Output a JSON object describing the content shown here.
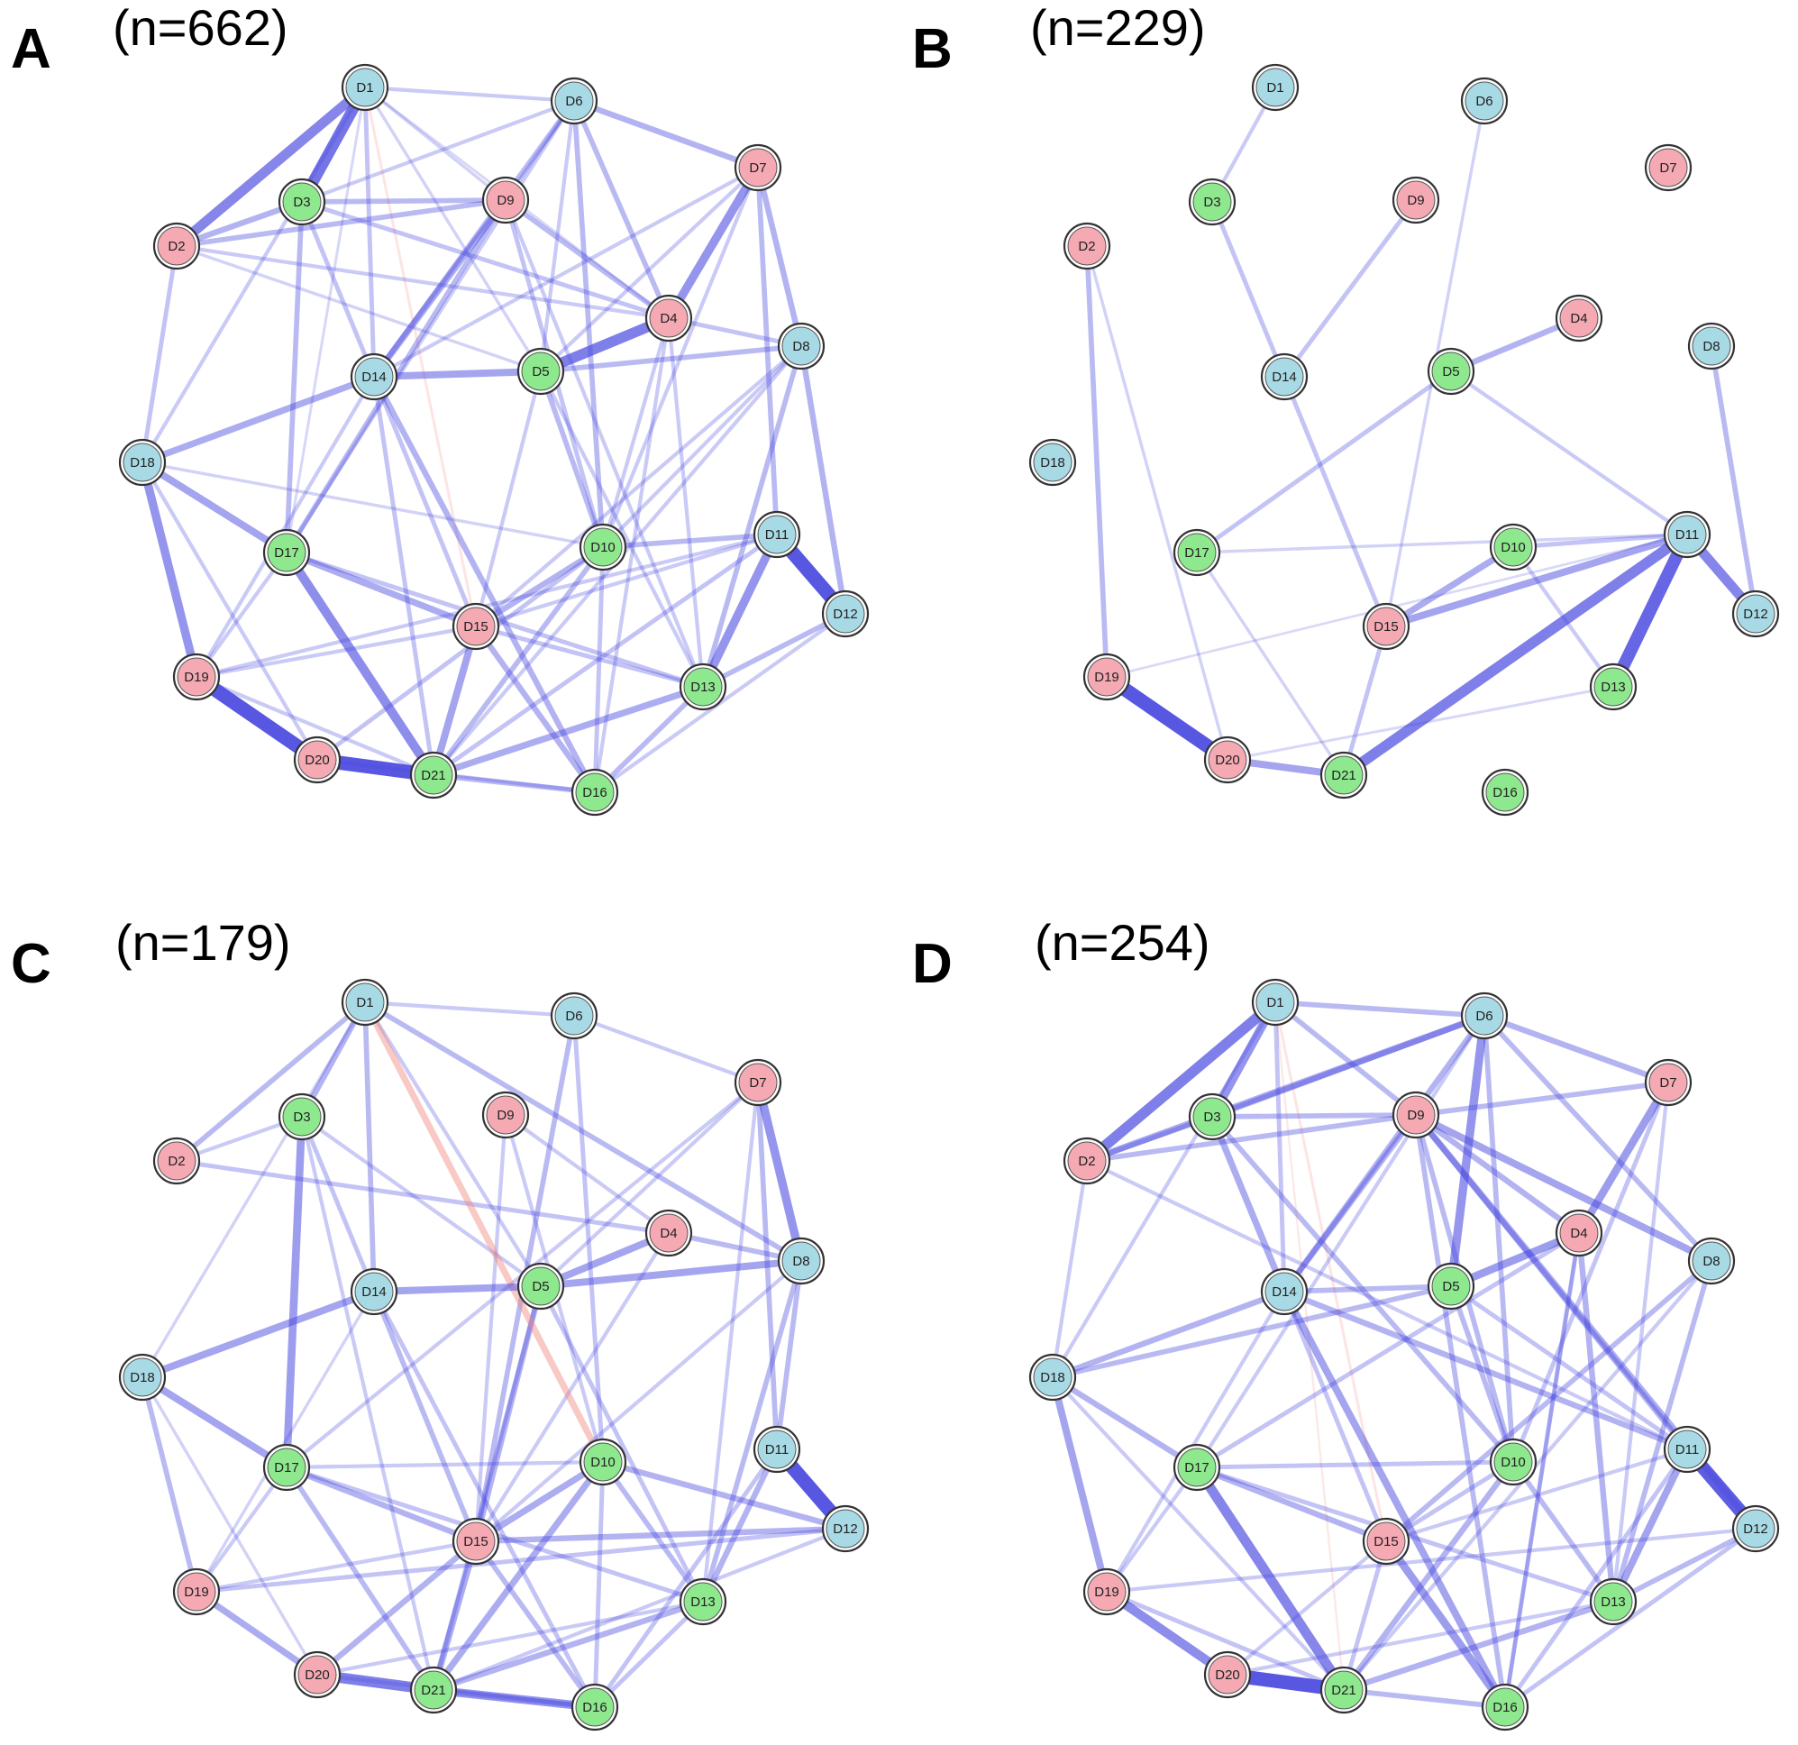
{
  "node_colors": {
    "blue": "#a8dae6",
    "pink": "#f5a9b3",
    "green": "#8ee88e",
    "edge_pos": "#4a4ae0",
    "edge_neg": "#f08a80"
  },
  "nodes": [
    {
      "id": "D1",
      "group": "blue"
    },
    {
      "id": "D2",
      "group": "pink"
    },
    {
      "id": "D3",
      "group": "green"
    },
    {
      "id": "D4",
      "group": "pink"
    },
    {
      "id": "D5",
      "group": "green"
    },
    {
      "id": "D6",
      "group": "blue"
    },
    {
      "id": "D7",
      "group": "pink"
    },
    {
      "id": "D8",
      "group": "blue"
    },
    {
      "id": "D9",
      "group": "pink"
    },
    {
      "id": "D10",
      "group": "green"
    },
    {
      "id": "D11",
      "group": "blue"
    },
    {
      "id": "D12",
      "group": "blue"
    },
    {
      "id": "D13",
      "group": "green"
    },
    {
      "id": "D14",
      "group": "blue"
    },
    {
      "id": "D15",
      "group": "pink"
    },
    {
      "id": "D16",
      "group": "green"
    },
    {
      "id": "D17",
      "group": "green"
    },
    {
      "id": "D18",
      "group": "blue"
    },
    {
      "id": "D19",
      "group": "pink"
    },
    {
      "id": "D20",
      "group": "pink"
    },
    {
      "id": "D21",
      "group": "green"
    }
  ],
  "panels": [
    {
      "letter": "A",
      "n_label": "(n=662)",
      "edges": [
        [
          "D1",
          "D3",
          0.75
        ],
        [
          "D1",
          "D2",
          0.65
        ],
        [
          "D1",
          "D14",
          0.25
        ],
        [
          "D1",
          "D18",
          0.2
        ],
        [
          "D1",
          "D9",
          0.15
        ],
        [
          "D1",
          "D6",
          0.2
        ],
        [
          "D1",
          "D5",
          0.15
        ],
        [
          "D1",
          "D4",
          0.12
        ],
        [
          "D1",
          "D17",
          0.12
        ],
        [
          "D1",
          "D15",
          -0.12
        ],
        [
          "D2",
          "D3",
          0.35
        ],
        [
          "D2",
          "D9",
          0.3
        ],
        [
          "D2",
          "D18",
          0.25
        ],
        [
          "D2",
          "D4",
          0.2
        ],
        [
          "D2",
          "D5",
          0.15
        ],
        [
          "D3",
          "D14",
          0.25
        ],
        [
          "D3",
          "D9",
          0.3
        ],
        [
          "D3",
          "D17",
          0.3
        ],
        [
          "D3",
          "D6",
          0.2
        ],
        [
          "D3",
          "D4",
          0.25
        ],
        [
          "D4",
          "D5",
          0.7
        ],
        [
          "D4",
          "D7",
          0.55
        ],
        [
          "D4",
          "D9",
          0.3
        ],
        [
          "D4",
          "D8",
          0.25
        ],
        [
          "D4",
          "D6",
          0.3
        ],
        [
          "D4",
          "D16",
          0.2
        ],
        [
          "D4",
          "D13",
          0.2
        ],
        [
          "D4",
          "D10",
          0.2
        ],
        [
          "D5",
          "D14",
          0.45
        ],
        [
          "D5",
          "D8",
          0.3
        ],
        [
          "D5",
          "D10",
          0.3
        ],
        [
          "D5",
          "D6",
          0.2
        ],
        [
          "D5",
          "D15",
          0.2
        ],
        [
          "D5",
          "D13",
          0.2
        ],
        [
          "D6",
          "D7",
          0.35
        ],
        [
          "D6",
          "D14",
          0.3
        ],
        [
          "D6",
          "D10",
          0.3
        ],
        [
          "D6",
          "D9",
          0.2
        ],
        [
          "D6",
          "D17",
          0.2
        ],
        [
          "D7",
          "D8",
          0.35
        ],
        [
          "D7",
          "D11",
          0.3
        ],
        [
          "D7",
          "D5",
          0.2
        ],
        [
          "D7",
          "D14",
          0.2
        ],
        [
          "D7",
          "D10",
          0.2
        ],
        [
          "D8",
          "D12",
          0.35
        ],
        [
          "D8",
          "D13",
          0.3
        ],
        [
          "D8",
          "D10",
          0.2
        ],
        [
          "D8",
          "D15",
          0.2
        ],
        [
          "D8",
          "D21",
          0.2
        ],
        [
          "D9",
          "D14",
          0.4
        ],
        [
          "D9",
          "D17",
          0.3
        ],
        [
          "D9",
          "D10",
          0.25
        ],
        [
          "D9",
          "D13",
          0.2
        ],
        [
          "D10",
          "D15",
          0.35
        ],
        [
          "D10",
          "D11",
          0.3
        ],
        [
          "D10",
          "D16",
          0.25
        ],
        [
          "D10",
          "D20",
          0.25
        ],
        [
          "D10",
          "D21",
          0.3
        ],
        [
          "D10",
          "D18",
          0.15
        ],
        [
          "D11",
          "D12",
          0.95
        ],
        [
          "D11",
          "D13",
          0.55
        ],
        [
          "D11",
          "D15",
          0.2
        ],
        [
          "D11",
          "D19",
          0.2
        ],
        [
          "D11",
          "D21",
          0.25
        ],
        [
          "D12",
          "D13",
          0.3
        ],
        [
          "D12",
          "D16",
          0.2
        ],
        [
          "D13",
          "D21",
          0.4
        ],
        [
          "D13",
          "D15",
          0.25
        ],
        [
          "D13",
          "D16",
          0.3
        ],
        [
          "D13",
          "D17",
          0.25
        ],
        [
          "D14",
          "D18",
          0.4
        ],
        [
          "D14",
          "D16",
          0.35
        ],
        [
          "D14",
          "D15",
          0.25
        ],
        [
          "D14",
          "D21",
          0.25
        ],
        [
          "D14",
          "D19",
          0.2
        ],
        [
          "D15",
          "D17",
          0.4
        ],
        [
          "D15",
          "D21",
          0.45
        ],
        [
          "D15",
          "D16",
          0.35
        ],
        [
          "D15",
          "D19",
          0.2
        ],
        [
          "D16",
          "D21",
          0.3
        ],
        [
          "D16",
          "D20",
          0.2
        ],
        [
          "D17",
          "D18",
          0.45
        ],
        [
          "D17",
          "D21",
          0.6
        ],
        [
          "D17",
          "D19",
          0.2
        ],
        [
          "D18",
          "D19",
          0.55
        ],
        [
          "D18",
          "D20",
          0.2
        ],
        [
          "D19",
          "D20",
          0.95
        ],
        [
          "D19",
          "D21",
          0.2
        ],
        [
          "D20",
          "D21",
          0.95
        ]
      ]
    },
    {
      "letter": "B",
      "n_label": "(n=229)",
      "edges": [
        [
          "D1",
          "D3",
          0.2
        ],
        [
          "D3",
          "D14",
          0.25
        ],
        [
          "D14",
          "D9",
          0.25
        ],
        [
          "D6",
          "D15",
          0.15
        ],
        [
          "D5",
          "D4",
          0.35
        ],
        [
          "D5",
          "D17",
          0.25
        ],
        [
          "D5",
          "D11",
          0.2
        ],
        [
          "D14",
          "D15",
          0.25
        ],
        [
          "D8",
          "D12",
          0.3
        ],
        [
          "D2",
          "D19",
          0.3
        ],
        [
          "D2",
          "D20",
          0.15
        ],
        [
          "D17",
          "D11",
          0.15
        ],
        [
          "D17",
          "D21",
          0.15
        ],
        [
          "D10",
          "D13",
          0.2
        ],
        [
          "D10",
          "D11",
          0.25
        ],
        [
          "D10",
          "D15",
          0.4
        ],
        [
          "D11",
          "D15",
          0.45
        ],
        [
          "D11",
          "D21",
          0.7
        ],
        [
          "D11",
          "D13",
          0.85
        ],
        [
          "D11",
          "D12",
          0.65
        ],
        [
          "D15",
          "D21",
          0.25
        ],
        [
          "D19",
          "D20",
          0.95
        ],
        [
          "D20",
          "D21",
          0.45
        ],
        [
          "D19",
          "D11",
          0.1
        ],
        [
          "D20",
          "D13",
          0.12
        ]
      ]
    },
    {
      "letter": "C",
      "n_label": "(n=179)",
      "edges": [
        [
          "D1",
          "D3",
          0.35
        ],
        [
          "D1",
          "D2",
          0.3
        ],
        [
          "D1",
          "D14",
          0.3
        ],
        [
          "D1",
          "D10",
          -0.4
        ],
        [
          "D1",
          "D8",
          0.3
        ],
        [
          "D1",
          "D5",
          0.2
        ],
        [
          "D1",
          "D6",
          0.2
        ],
        [
          "D1",
          "D18",
          0.15
        ],
        [
          "D2",
          "D3",
          0.2
        ],
        [
          "D2",
          "D4",
          0.25
        ],
        [
          "D3",
          "D17",
          0.5
        ],
        [
          "D3",
          "D14",
          0.25
        ],
        [
          "D3",
          "D5",
          0.2
        ],
        [
          "D3",
          "D21",
          0.2
        ],
        [
          "D4",
          "D5",
          0.45
        ],
        [
          "D4",
          "D8",
          0.3
        ],
        [
          "D4",
          "D15",
          0.2
        ],
        [
          "D4",
          "D9",
          0.2
        ],
        [
          "D5",
          "D14",
          0.45
        ],
        [
          "D5",
          "D8",
          0.45
        ],
        [
          "D5",
          "D15",
          0.35
        ],
        [
          "D5",
          "D13",
          0.25
        ],
        [
          "D5",
          "D21",
          0.25
        ],
        [
          "D5",
          "D7",
          0.2
        ],
        [
          "D6",
          "D15",
          0.3
        ],
        [
          "D6",
          "D10",
          0.25
        ],
        [
          "D6",
          "D7",
          0.2
        ],
        [
          "D7",
          "D8",
          0.55
        ],
        [
          "D7",
          "D11",
          0.3
        ],
        [
          "D7",
          "D17",
          0.2
        ],
        [
          "D7",
          "D13",
          0.2
        ],
        [
          "D8",
          "D11",
          0.3
        ],
        [
          "D8",
          "D13",
          0.3
        ],
        [
          "D8",
          "D15",
          0.2
        ],
        [
          "D9",
          "D15",
          0.2
        ],
        [
          "D9",
          "D10",
          0.2
        ],
        [
          "D10",
          "D15",
          0.4
        ],
        [
          "D10",
          "D21",
          0.4
        ],
        [
          "D10",
          "D13",
          0.3
        ],
        [
          "D10",
          "D12",
          0.35
        ],
        [
          "D10",
          "D16",
          0.25
        ],
        [
          "D10",
          "D17",
          0.2
        ],
        [
          "D11",
          "D12",
          0.95
        ],
        [
          "D11",
          "D13",
          0.35
        ],
        [
          "D11",
          "D16",
          0.25
        ],
        [
          "D12",
          "D15",
          0.35
        ],
        [
          "D12",
          "D19",
          0.25
        ],
        [
          "D12",
          "D21",
          0.2
        ],
        [
          "D13",
          "D21",
          0.35
        ],
        [
          "D13",
          "D17",
          0.25
        ],
        [
          "D13",
          "D20",
          0.2
        ],
        [
          "D13",
          "D16",
          0.25
        ],
        [
          "D14",
          "D18",
          0.45
        ],
        [
          "D14",
          "D15",
          0.3
        ],
        [
          "D14",
          "D16",
          0.25
        ],
        [
          "D14",
          "D19",
          0.15
        ],
        [
          "D15",
          "D17",
          0.35
        ],
        [
          "D15",
          "D21",
          0.4
        ],
        [
          "D15",
          "D20",
          0.35
        ],
        [
          "D15",
          "D16",
          0.3
        ],
        [
          "D15",
          "D19",
          0.2
        ],
        [
          "D16",
          "D21",
          0.3
        ],
        [
          "D16",
          "D20",
          0.2
        ],
        [
          "D17",
          "D18",
          0.45
        ],
        [
          "D17",
          "D21",
          0.3
        ],
        [
          "D17",
          "D19",
          0.2
        ],
        [
          "D18",
          "D19",
          0.3
        ],
        [
          "D18",
          "D20",
          0.15
        ],
        [
          "D19",
          "D20",
          0.4
        ],
        [
          "D20",
          "D21",
          0.7
        ],
        [
          "D21",
          "D16",
          0.55
        ]
      ]
    },
    {
      "letter": "D",
      "n_label": "(n=254)",
      "edges": [
        [
          "D1",
          "D3",
          0.55
        ],
        [
          "D1",
          "D2",
          0.7
        ],
        [
          "D1",
          "D6",
          0.3
        ],
        [
          "D1",
          "D9",
          0.3
        ],
        [
          "D1",
          "D14",
          0.25
        ],
        [
          "D1",
          "D18",
          0.2
        ],
        [
          "D1",
          "D15",
          -0.12
        ],
        [
          "D1",
          "D21",
          -0.08
        ],
        [
          "D2",
          "D3",
          0.3
        ],
        [
          "D2",
          "D9",
          0.3
        ],
        [
          "D2",
          "D6",
          0.4
        ],
        [
          "D2",
          "D18",
          0.2
        ],
        [
          "D2",
          "D11",
          0.2
        ],
        [
          "D3",
          "D14",
          0.4
        ],
        [
          "D3",
          "D6",
          0.35
        ],
        [
          "D3",
          "D10",
          0.3
        ],
        [
          "D3",
          "D9",
          0.3
        ],
        [
          "D4",
          "D5",
          0.5
        ],
        [
          "D4",
          "D7",
          0.5
        ],
        [
          "D4",
          "D9",
          0.35
        ],
        [
          "D4",
          "D13",
          0.35
        ],
        [
          "D4",
          "D17",
          0.25
        ],
        [
          "D4",
          "D16",
          0.25
        ],
        [
          "D5",
          "D6",
          0.55
        ],
        [
          "D5",
          "D14",
          0.3
        ],
        [
          "D5",
          "D18",
          0.3
        ],
        [
          "D5",
          "D10",
          0.3
        ],
        [
          "D5",
          "D11",
          0.25
        ],
        [
          "D6",
          "D7",
          0.35
        ],
        [
          "D6",
          "D14",
          0.35
        ],
        [
          "D6",
          "D8",
          0.3
        ],
        [
          "D6",
          "D10",
          0.3
        ],
        [
          "D6",
          "D17",
          0.2
        ],
        [
          "D7",
          "D9",
          0.3
        ],
        [
          "D7",
          "D10",
          0.25
        ],
        [
          "D7",
          "D13",
          0.2
        ],
        [
          "D8",
          "D9",
          0.45
        ],
        [
          "D8",
          "D15",
          0.3
        ],
        [
          "D8",
          "D13",
          0.3
        ],
        [
          "D8",
          "D21",
          0.2
        ],
        [
          "D9",
          "D14",
          0.35
        ],
        [
          "D9",
          "D12",
          0.4
        ],
        [
          "D9",
          "D10",
          0.3
        ],
        [
          "D9",
          "D16",
          0.3
        ],
        [
          "D9",
          "D11",
          0.35
        ],
        [
          "D10",
          "D21",
          0.35
        ],
        [
          "D10",
          "D17",
          0.25
        ],
        [
          "D10",
          "D15",
          0.25
        ],
        [
          "D10",
          "D13",
          0.3
        ],
        [
          "D11",
          "D12",
          0.9
        ],
        [
          "D11",
          "D13",
          0.45
        ],
        [
          "D11",
          "D16",
          0.25
        ],
        [
          "D11",
          "D14",
          0.35
        ],
        [
          "D11",
          "D15",
          0.2
        ],
        [
          "D12",
          "D13",
          0.3
        ],
        [
          "D12",
          "D16",
          0.25
        ],
        [
          "D12",
          "D19",
          0.2
        ],
        [
          "D13",
          "D21",
          0.35
        ],
        [
          "D13",
          "D20",
          0.2
        ],
        [
          "D13",
          "D17",
          0.25
        ],
        [
          "D14",
          "D18",
          0.35
        ],
        [
          "D14",
          "D16",
          0.45
        ],
        [
          "D14",
          "D15",
          0.25
        ],
        [
          "D14",
          "D19",
          0.2
        ],
        [
          "D15",
          "D17",
          0.35
        ],
        [
          "D15",
          "D16",
          0.5
        ],
        [
          "D15",
          "D21",
          0.25
        ],
        [
          "D15",
          "D20",
          0.2
        ],
        [
          "D16",
          "D21",
          0.3
        ],
        [
          "D16",
          "D4",
          0.2
        ],
        [
          "D17",
          "D18",
          0.35
        ],
        [
          "D17",
          "D21",
          0.65
        ],
        [
          "D17",
          "D19",
          0.2
        ],
        [
          "D18",
          "D19",
          0.45
        ],
        [
          "D18",
          "D21",
          0.2
        ],
        [
          "D19",
          "D20",
          0.6
        ],
        [
          "D19",
          "D21",
          0.25
        ],
        [
          "D20",
          "D21",
          0.95
        ]
      ]
    }
  ]
}
